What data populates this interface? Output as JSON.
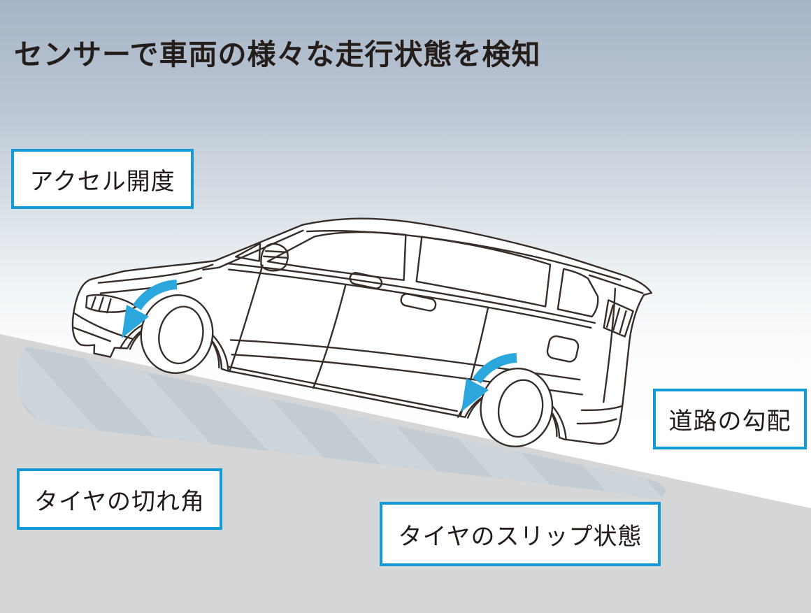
{
  "title": "センサーで車両の様々な走行状態を検知",
  "labels": {
    "accelerator": "アクセル開度",
    "road_grade": "道路の勾配",
    "tire_angle": "タイヤの切れ角",
    "tire_slip": "タイヤのスリップ状態"
  },
  "colors": {
    "accent_blue": "#149ad5",
    "arrow_blue": "#2ba7de",
    "line_art": "#372e29",
    "background_top": "#a6b5c7",
    "slope_gray": "#d5d6d8",
    "road_gray": "#c2ccd2",
    "road_stripe": "#cdd5da",
    "text": "#241d1a"
  },
  "icons": {
    "front_wheel_arrow": "rotation-arrow-icon",
    "rear_wheel_arrow": "rotation-arrow-icon"
  }
}
